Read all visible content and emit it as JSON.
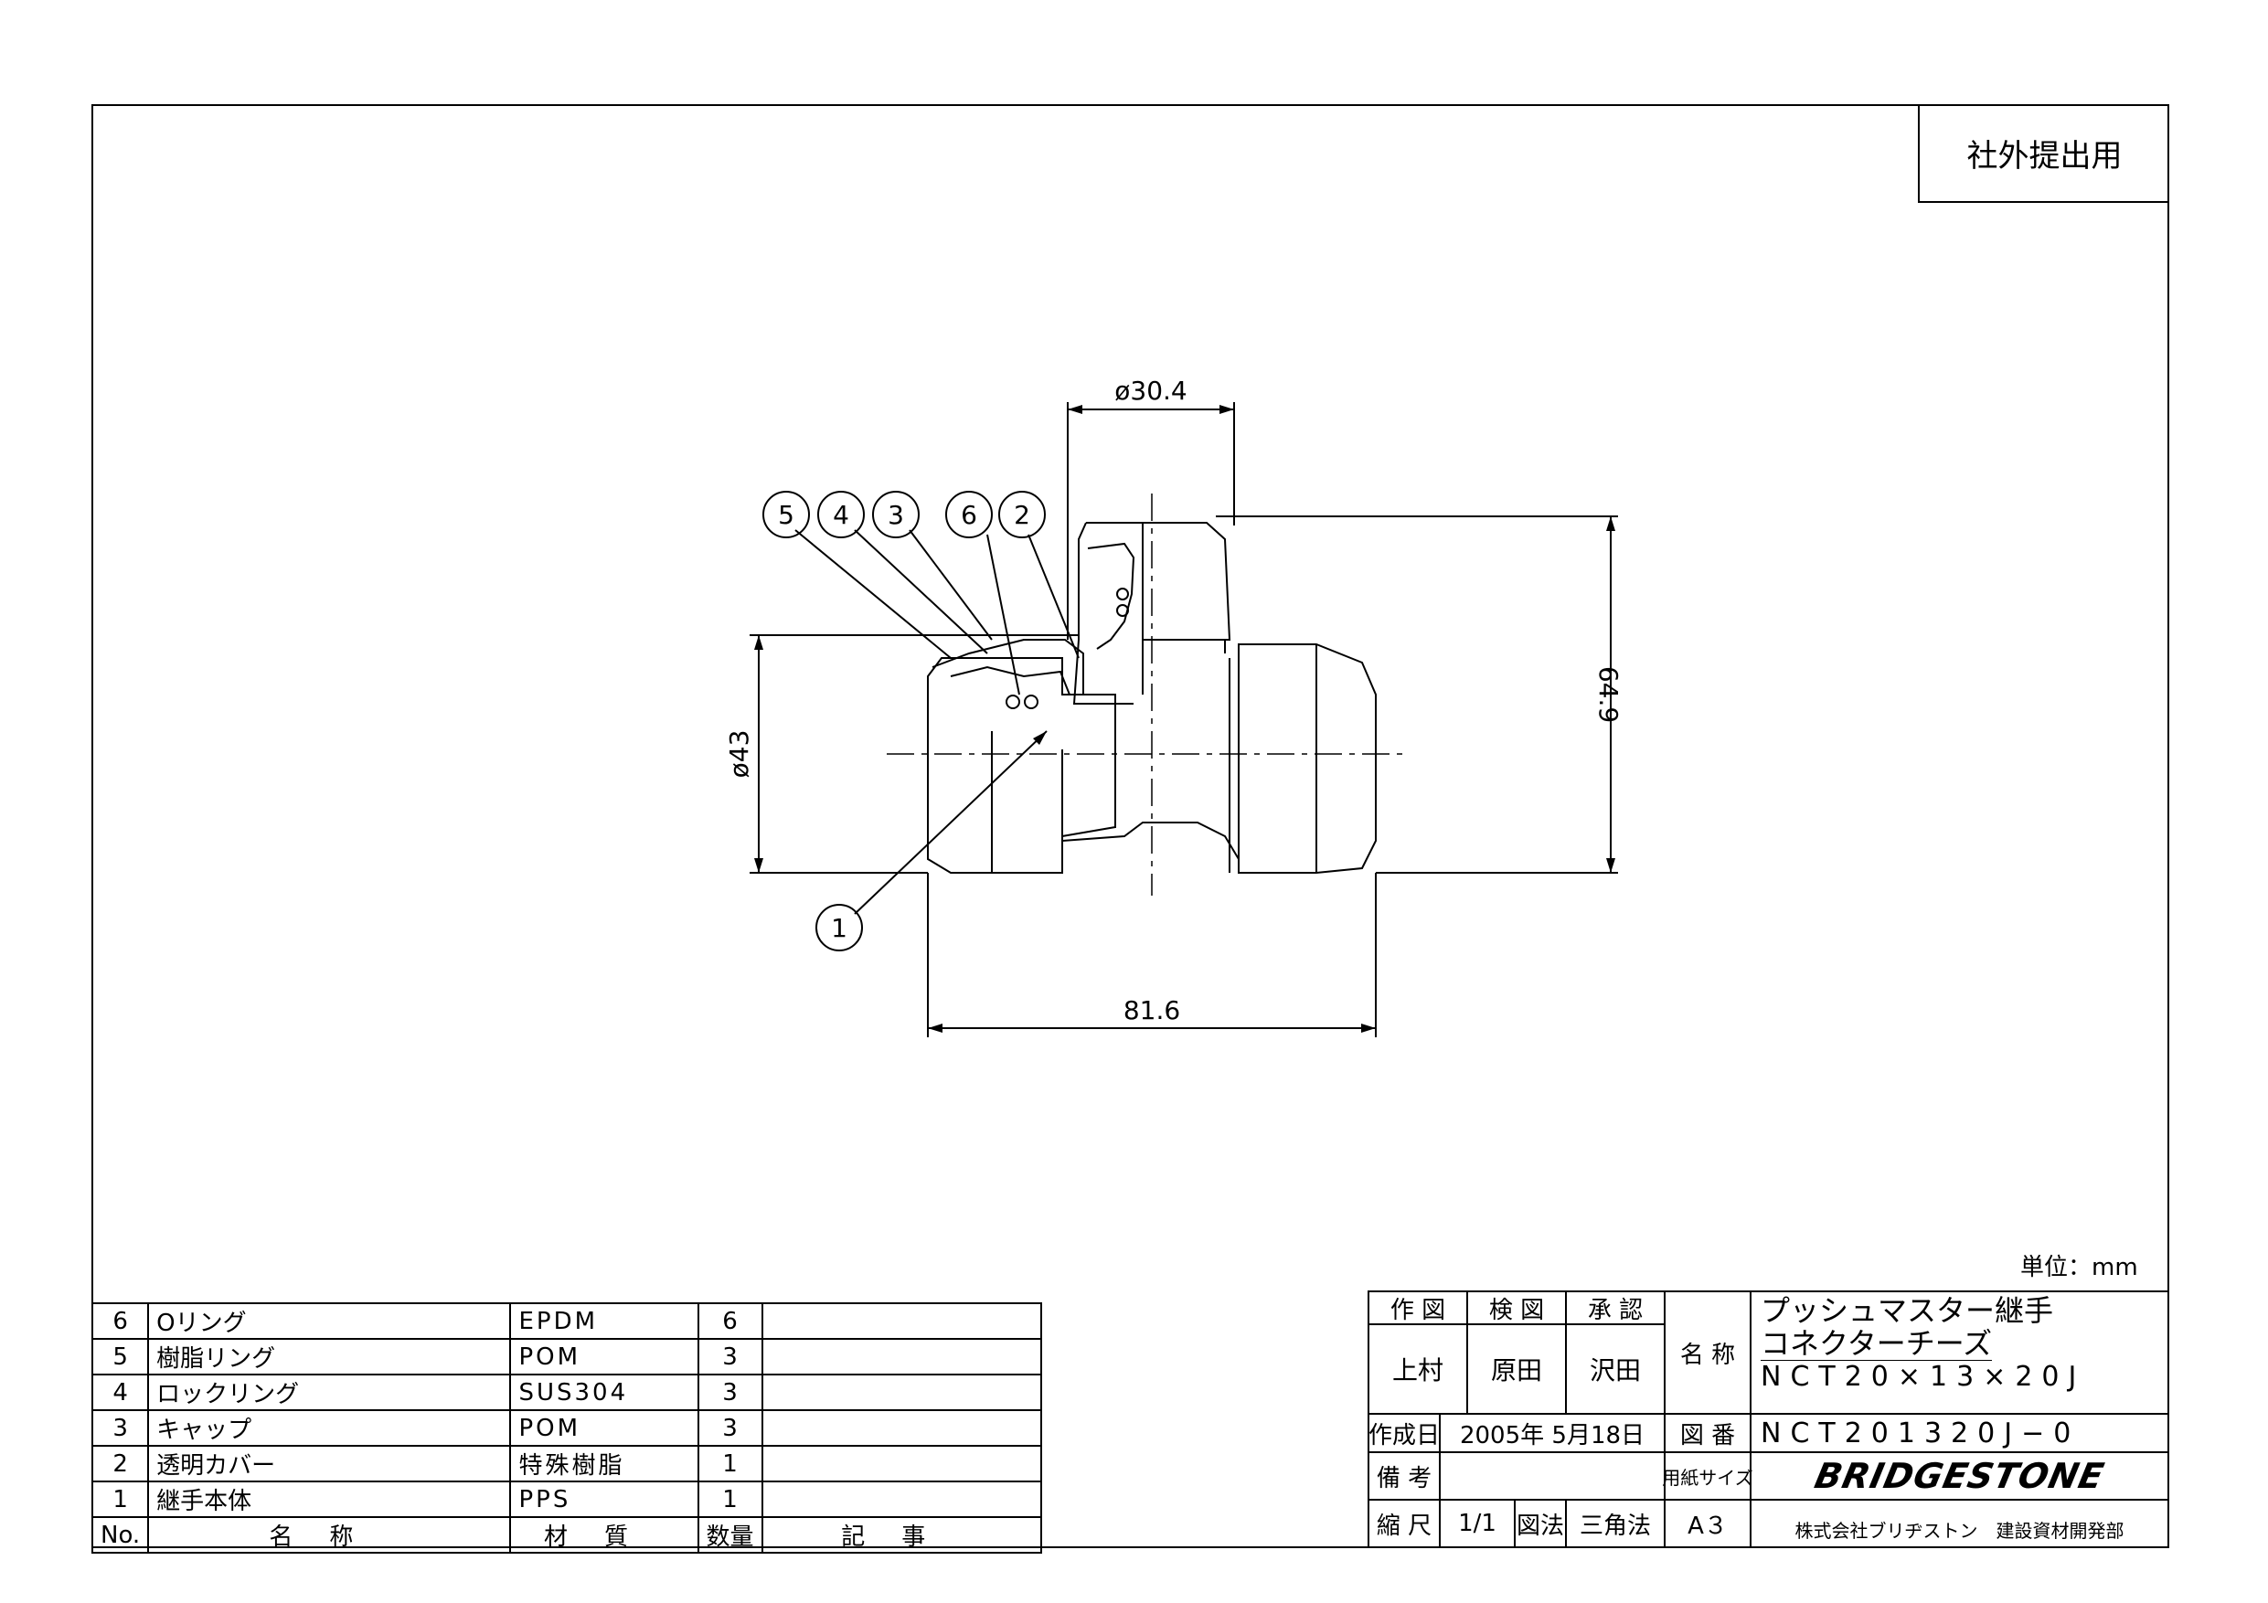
{
  "stamp": "社外提出用",
  "unit": "単位：mm",
  "dimensions": {
    "top_diameter": "ø30.4",
    "side_diameter": "ø43",
    "height": "64.9",
    "length": "81.6"
  },
  "balloons": [
    "5",
    "4",
    "3",
    "6",
    "2",
    "1"
  ],
  "parts_table": {
    "rows": [
      {
        "no": "6",
        "name": "Oリング",
        "material": "EPDM",
        "qty": "6",
        "note": ""
      },
      {
        "no": "5",
        "name": "樹脂リング",
        "material": "POM",
        "qty": "3",
        "note": ""
      },
      {
        "no": "4",
        "name": "ロックリング",
        "material": "SUS304",
        "qty": "3",
        "note": ""
      },
      {
        "no": "3",
        "name": "キャップ",
        "material": "POM",
        "qty": "3",
        "note": ""
      },
      {
        "no": "2",
        "name": "透明カバー",
        "material": "特殊樹脂",
        "qty": "1",
        "note": ""
      },
      {
        "no": "1",
        "name": "継手本体",
        "material": "PPS",
        "qty": "1",
        "note": ""
      }
    ],
    "header": {
      "no": "No.",
      "name": "名称",
      "material": "材質",
      "qty": "数量",
      "note": "記事"
    }
  },
  "title_block": {
    "drawn_label": "作 図",
    "checked_label": "検 図",
    "approved_label": "承 認",
    "drawn_by": "上村",
    "checked_by": "原田",
    "approved_by": "沢田",
    "name_label": "名 称",
    "product_name_1": "プッシュマスター継手",
    "product_name_2": "コネクターチーズ",
    "model": "NCT20×13×20J",
    "date_label": "作成日",
    "date": "2005年 5月18日",
    "drawing_no_label": "図 番",
    "drawing_no": "NCT201320J−0",
    "remarks_label": "備 考",
    "paper_label": "用紙サイズ",
    "brand": "BRIDGESTONE",
    "scale_label": "縮 尺",
    "scale": "1/1",
    "projection_label": "図法",
    "projection": "三角法",
    "paper": "A３",
    "company": "株式会社ブリヂストン　建設資材開発部"
  }
}
